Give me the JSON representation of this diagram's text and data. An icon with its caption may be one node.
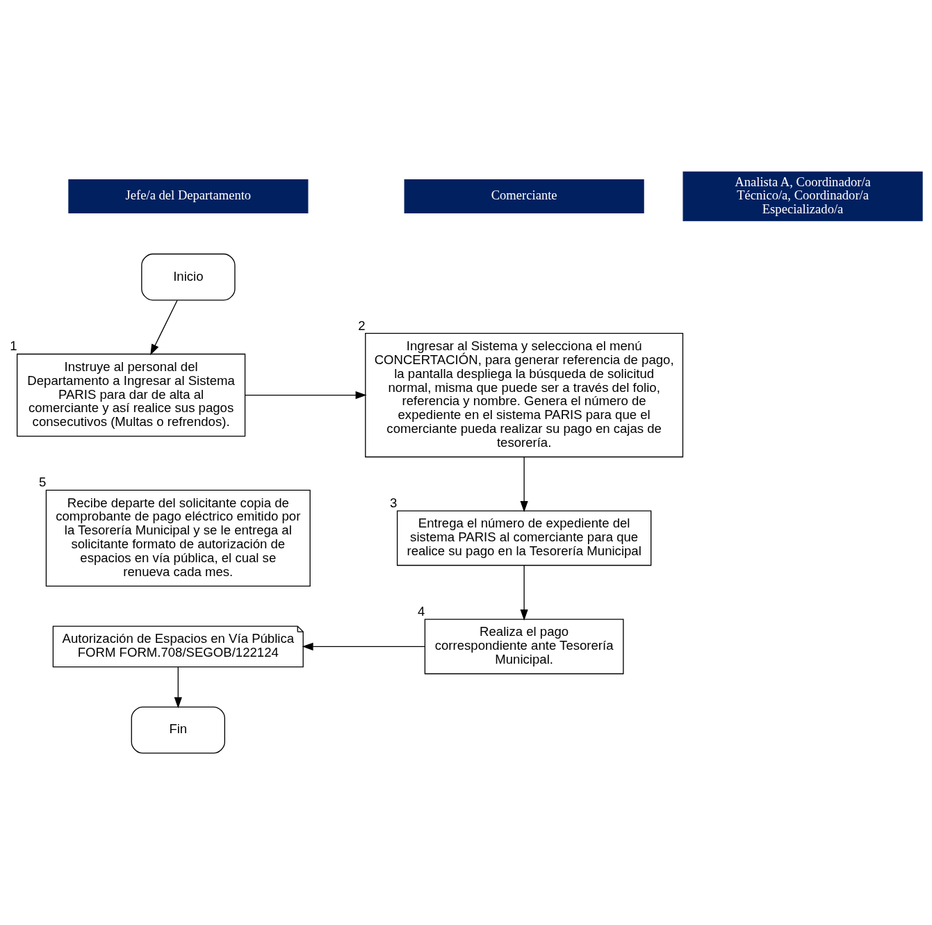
{
  "diagram": {
    "nodes": [
      {
        "text": [
          "Jefe/a del Departamento"
        ]
      },
      {
        "text": [
          "Analista A, Coordinador/a Técnico/a, Coordinador/a Especializado/a"
        ]
      },
      {
        "text": [
          "Comerciante"
        ]
      },
      {
        "text": [
          "Inicio"
        ]
      },
      {
        "text": [
          "Instruye al personal del Departamento a Ingresar al Sistema PARIS para dar de alta al comerciante y así realice sus pagos consecutivos (Multas o refrendos)."
        ],
        "beside": [
          "1"
        ]
      },
      {
        "text": [
          "Ingresar al Sistema y selecciona el menú CONCERTACIÓN, para generar referencia de pago, la pantalla despliega la búsqueda de solicitud normal, misma que puede ser a través del folio, referencia y nombre. Genera el número de expediente en el sistema PARIS para que el comerciante pueda realizar su pago en cajas de tesorería."
        ],
        "beside": [
          "2"
        ]
      },
      {
        "text": [
          "Entrega el número de expediente del sistema PARIS al comerciante para que realice su pago en la Tesorería Municipal"
        ],
        "beside": [
          "3"
        ]
      },
      {
        "text": [
          "Realiza el pago correspondiente ante Tesorería Municipal."
        ],
        "beside": [
          "4"
        ]
      },
      {
        "text": [
          "Recibe departe del solicitante copia de comprobante de pago eléctrico emitido por la Tesorería Municipal y se le entrega al solicitante formato de autorización de espacios en vía pública, el cual se renueva cada mes."
        ],
        "beside": [
          "5"
        ]
      },
      {
        "text": [
          "Autorización de Espacios en Vía Pública FORM FORM.708/SEGOB/122124"
        ]
      },
      {
        "text": [
          "Fin"
        ]
      }
    ],
    "edges": [
      {
        "from": 3,
        "to": 4,
        "arrow": "to"
      },
      {
        "from": 4,
        "to": 5,
        "arrow": "to"
      },
      {
        "from": 5,
        "to": 6,
        "arrow": "to"
      },
      {
        "from": 6,
        "to": 7,
        "arrow": "to"
      },
      {
        "from": 7,
        "to": 9,
        "arrow": "to"
      },
      {
        "from": 9,
        "to": 10,
        "arrow": "to"
      }
    ]
  }
}
